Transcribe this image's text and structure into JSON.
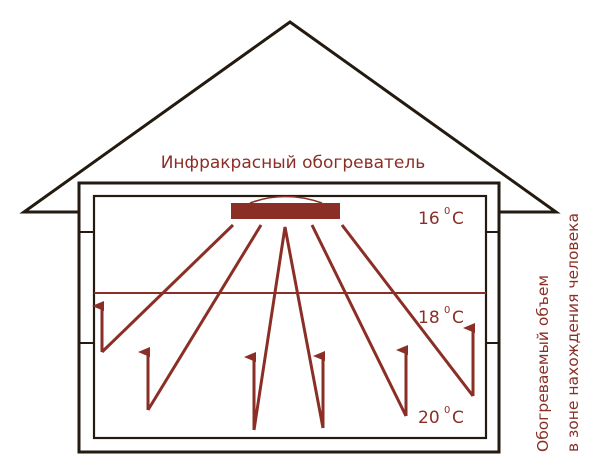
{
  "title": "Инфракрасный обогреватель",
  "side_label": {
    "line1": "Обогреваемый объем",
    "line2": "в зоне нахождения человека"
  },
  "temperatures": [
    {
      "value": "16",
      "unit": "C",
      "degree": "0"
    },
    {
      "value": "18",
      "unit": "C",
      "degree": "0"
    },
    {
      "value": "20",
      "unit": "C",
      "degree": "0"
    }
  ],
  "colors": {
    "structure": "#231a10",
    "accent": "#8b2f26"
  },
  "elements": {
    "heater": "infrared-heater",
    "rays_count": 6,
    "arrows_count": 6
  }
}
